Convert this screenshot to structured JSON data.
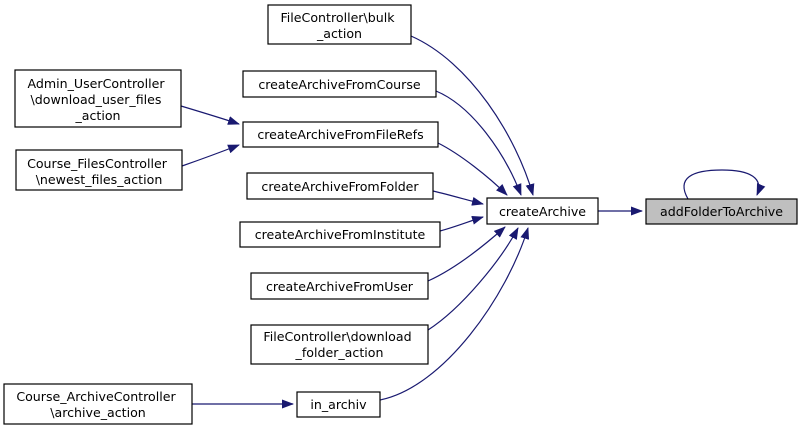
{
  "graph": {
    "type": "call-graph",
    "background_color": "#ffffff",
    "edge_color": "#191970",
    "node_border_color": "#000000",
    "node_fill_color": "#ffffff",
    "highlight_fill_color": "#bfbfbf",
    "nodes": [
      {
        "id": "file_controller_bulk_action",
        "label": "FileController\\bulk_action",
        "lines": [
          "FileController\\bulk",
          "_action"
        ],
        "highlighted": false
      },
      {
        "id": "create_archive_from_course",
        "label": "createArchiveFromCourse",
        "lines": [
          "createArchiveFromCourse"
        ],
        "highlighted": false
      },
      {
        "id": "admin_user_controller_download_user_files_action",
        "label": "Admin_UserController\\download_user_files_action",
        "lines": [
          "Admin_UserController",
          "\\download_user_files",
          "_action"
        ],
        "highlighted": false
      },
      {
        "id": "course_files_controller_newest_files_action",
        "label": "Course_FilesController\\newest_files_action",
        "lines": [
          "Course_FilesController",
          "\\newest_files_action"
        ],
        "highlighted": false
      },
      {
        "id": "create_archive_from_file_refs",
        "label": "createArchiveFromFileRefs",
        "lines": [
          "createArchiveFromFileRefs"
        ],
        "highlighted": false
      },
      {
        "id": "create_archive_from_folder",
        "label": "createArchiveFromFolder",
        "lines": [
          "createArchiveFromFolder"
        ],
        "highlighted": false
      },
      {
        "id": "create_archive_from_institute",
        "label": "createArchiveFromInstitute",
        "lines": [
          "createArchiveFromInstitute"
        ],
        "highlighted": false
      },
      {
        "id": "create_archive",
        "label": "createArchive",
        "lines": [
          "createArchive"
        ],
        "highlighted": false
      },
      {
        "id": "add_folder_to_archive",
        "label": "addFolderToArchive",
        "lines": [
          "addFolderToArchive"
        ],
        "highlighted": true
      },
      {
        "id": "create_archive_from_user",
        "label": "createArchiveFromUser",
        "lines": [
          "createArchiveFromUser"
        ],
        "highlighted": false
      },
      {
        "id": "file_controller_download_folder_action",
        "label": "FileController\\download_folder_action",
        "lines": [
          "FileController\\download",
          "_folder_action"
        ],
        "highlighted": false
      },
      {
        "id": "in_archiv",
        "label": "in_archiv",
        "lines": [
          "in_archiv"
        ],
        "highlighted": false
      },
      {
        "id": "course_archive_controller_archive_action",
        "label": "Course_ArchiveController\\archive_action",
        "lines": [
          "Course_ArchiveController",
          "\\archive_action"
        ],
        "highlighted": false
      }
    ],
    "edges": [
      {
        "from": "FileController\\bulk_action",
        "to": "createArchive"
      },
      {
        "from": "createArchiveFromCourse",
        "to": "createArchive"
      },
      {
        "from": "createArchiveFromFileRefs",
        "to": "createArchive"
      },
      {
        "from": "Admin_UserController\\download_user_files_action",
        "to": "createArchiveFromFileRefs"
      },
      {
        "from": "Course_FilesController\\newest_files_action",
        "to": "createArchiveFromFileRefs"
      },
      {
        "from": "createArchiveFromFolder",
        "to": "createArchive"
      },
      {
        "from": "createArchiveFromInstitute",
        "to": "createArchive"
      },
      {
        "from": "createArchiveFromUser",
        "to": "createArchive"
      },
      {
        "from": "FileController\\download_folder_action",
        "to": "createArchive"
      },
      {
        "from": "in_archiv",
        "to": "createArchive"
      },
      {
        "from": "Course_ArchiveController\\archive_action",
        "to": "in_archiv"
      },
      {
        "from": "createArchive",
        "to": "addFolderToArchive"
      },
      {
        "from": "addFolderToArchive",
        "to": "addFolderToArchive"
      }
    ]
  }
}
